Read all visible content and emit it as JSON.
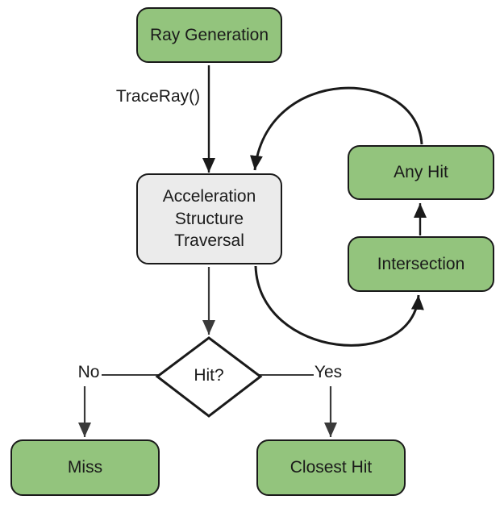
{
  "diagram": {
    "nodes": {
      "ray_generation": "Ray Generation",
      "traversal": "Acceleration Structure Traversal",
      "any_hit": "Any Hit",
      "intersection": "Intersection",
      "decision": "Hit?",
      "miss": "Miss",
      "closest_hit": "Closest Hit"
    },
    "edge_labels": {
      "trace_ray": "TraceRay()",
      "no": "No",
      "yes": "Yes"
    },
    "colors": {
      "node_green": "#93C47D",
      "node_gray": "#EBEBEB",
      "node_border": "#1A1A1A",
      "line": "#1A1A1A",
      "connector": "#3A3A3A",
      "background": "#FFFFFF",
      "text": "#1A1A1A"
    }
  }
}
